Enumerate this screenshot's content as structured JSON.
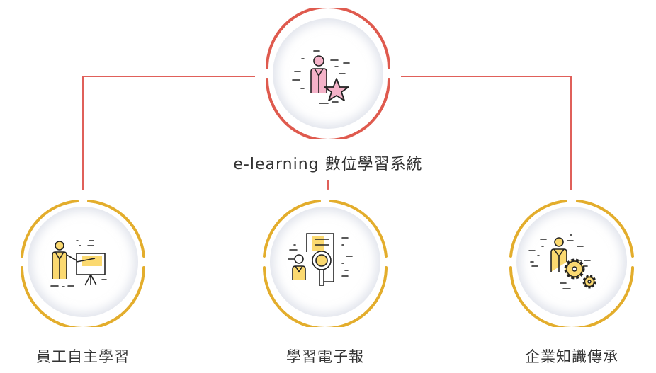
{
  "colors": {
    "top_ring": "#df5a4e",
    "bottom_ring": "#e3ad2c",
    "connector": "#e0605a",
    "accent_pink": "#f4b2c8",
    "accent_yellow": "#fbd970",
    "text": "#333333"
  },
  "root": {
    "label": "e-learning 數位學習系統",
    "icon": "person-star-icon"
  },
  "children": [
    {
      "label": "員工自主學習",
      "icon": "presentation-board-icon"
    },
    {
      "label": "學習電子報",
      "icon": "document-magnifier-icon"
    },
    {
      "label": "企業知識傳承",
      "icon": "person-gears-icon"
    }
  ]
}
